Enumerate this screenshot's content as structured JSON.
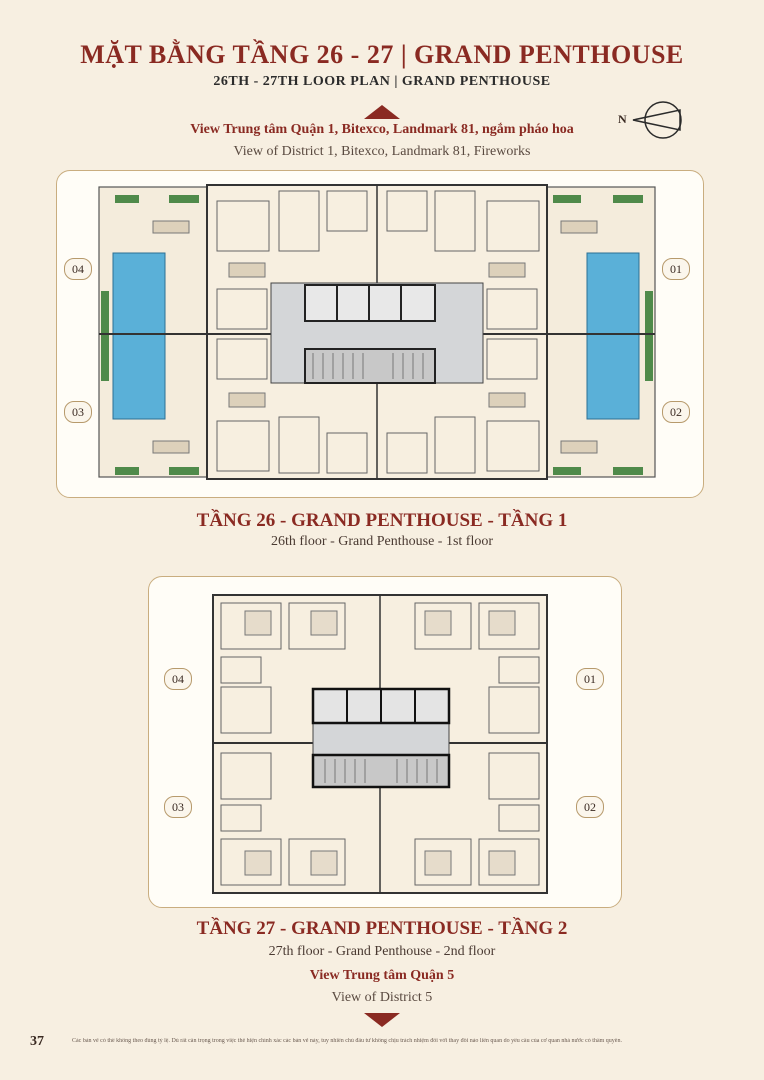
{
  "header": {
    "title": "MẶT BẰNG TẦNG 26 - 27 | GRAND PENTHOUSE",
    "subtitle": "26TH - 27TH LOOR PLAN | GRAND PENTHOUSE",
    "view_top_vi": "View Trung tâm Quận 1, Bitexco, Landmark 81, ngắm pháo hoa",
    "view_top_en": "View of District 1, Bitexco, Landmark 81, Fireworks",
    "north_label": "N"
  },
  "floor26": {
    "title": "TẦNG 26 - GRAND PENTHOUSE - TẦNG 1",
    "subtitle": "26th floor - Grand Penthouse - 1st floor",
    "units": {
      "u01": "01",
      "u02": "02",
      "u03": "03",
      "u04": "04"
    }
  },
  "floor27": {
    "title": "TẦNG 27 - GRAND PENTHOUSE - TẦNG 2",
    "subtitle": "27th floor - Grand Penthouse - 2nd floor",
    "units": {
      "u01": "01",
      "u02": "02",
      "u03": "03",
      "u04": "04"
    }
  },
  "footer": {
    "view_bottom_vi": "View Trung tâm Quận 5",
    "view_bottom_en": "View of District 5",
    "page_number": "37",
    "disclaimer": "Các bản vẽ có thể không theo đúng tỷ lệ. Dù rất cẩn trọng trong việc thể hiện chính xác các bản vẽ này, tuy nhiên chủ đầu tư không chịu trách nhiệm đối với thay đổi nào liên quan do yêu cầu của cơ quan nhà nước có thẩm quyền."
  },
  "colors": {
    "accent": "#8a2a22",
    "pool": "#5ab0d8",
    "grass": "#4f8a4a",
    "core": "#d4d6d8"
  }
}
